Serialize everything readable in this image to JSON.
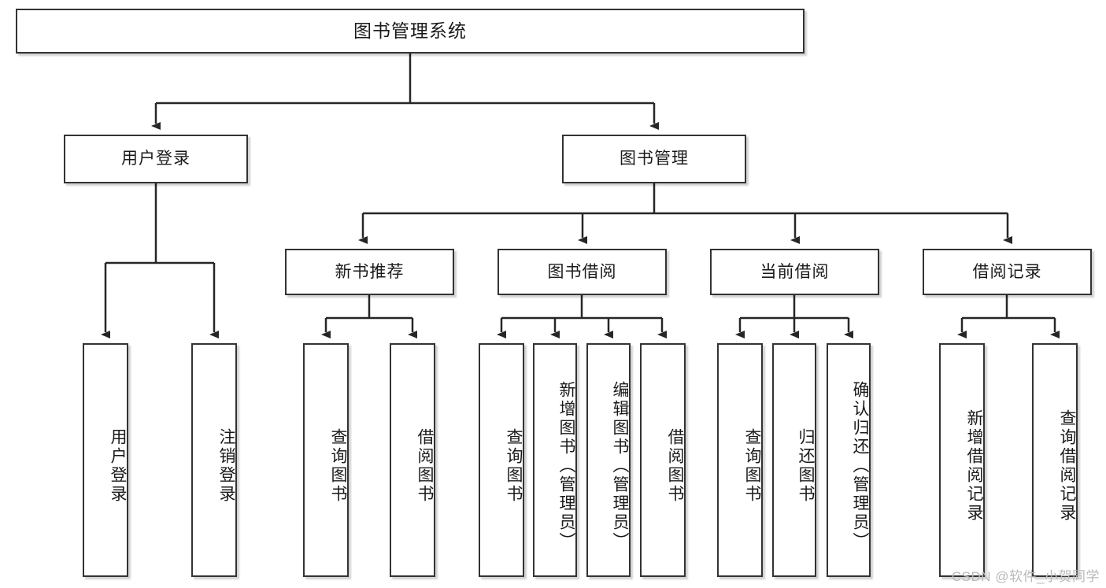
{
  "diagram": {
    "type": "tree-hierarchy",
    "title": "图书管理系统",
    "root": {
      "label": "图书管理系统"
    },
    "level2": [
      {
        "id": "user-login",
        "label": "用户登录"
      },
      {
        "id": "book-manage",
        "label": "图书管理"
      }
    ],
    "level3": [
      {
        "id": "new-book-rec",
        "label": "新书推荐",
        "parent": "book-manage"
      },
      {
        "id": "book-borrow",
        "label": "图书借阅",
        "parent": "book-manage"
      },
      {
        "id": "current-borrow",
        "label": "当前借阅",
        "parent": "book-manage"
      },
      {
        "id": "borrow-record",
        "label": "借阅记录",
        "parent": "book-manage"
      }
    ],
    "leaves": [
      {
        "id": "leaf-user-login",
        "label": "用户登录",
        "parent": "user-login"
      },
      {
        "id": "leaf-logout",
        "label": "注销登录",
        "parent": "user-login"
      },
      {
        "id": "leaf-query-book-rec",
        "label": "查询图书",
        "parent": "new-book-rec"
      },
      {
        "id": "leaf-borrow-book-rec",
        "label": "借阅图书",
        "parent": "new-book-rec"
      },
      {
        "id": "leaf-query-book-borrow",
        "label": "查询图书",
        "parent": "book-borrow"
      },
      {
        "id": "leaf-add-book",
        "label": "新增图书（管理员）",
        "parent": "book-borrow"
      },
      {
        "id": "leaf-edit-book",
        "label": "编辑图书（管理员）",
        "parent": "book-borrow"
      },
      {
        "id": "leaf-borrow-book",
        "label": "借阅图书",
        "parent": "book-borrow"
      },
      {
        "id": "leaf-query-book-cur",
        "label": "查询图书",
        "parent": "current-borrow"
      },
      {
        "id": "leaf-return-book",
        "label": "归还图书",
        "parent": "current-borrow"
      },
      {
        "id": "leaf-confirm-return",
        "label": "确认归还（管理员）",
        "parent": "current-borrow"
      },
      {
        "id": "leaf-add-record",
        "label": "新增借阅记录",
        "parent": "borrow-record"
      },
      {
        "id": "leaf-query-record",
        "label": "查询借阅记录",
        "parent": "borrow-record"
      }
    ]
  },
  "watermark": {
    "text": "CSDN @软件_小贺同学"
  },
  "colors": {
    "box_border": "#333333",
    "connector": "#262626",
    "background": "#ffffff",
    "text": "#1a1a1a",
    "watermark": "#b9b9b9"
  }
}
